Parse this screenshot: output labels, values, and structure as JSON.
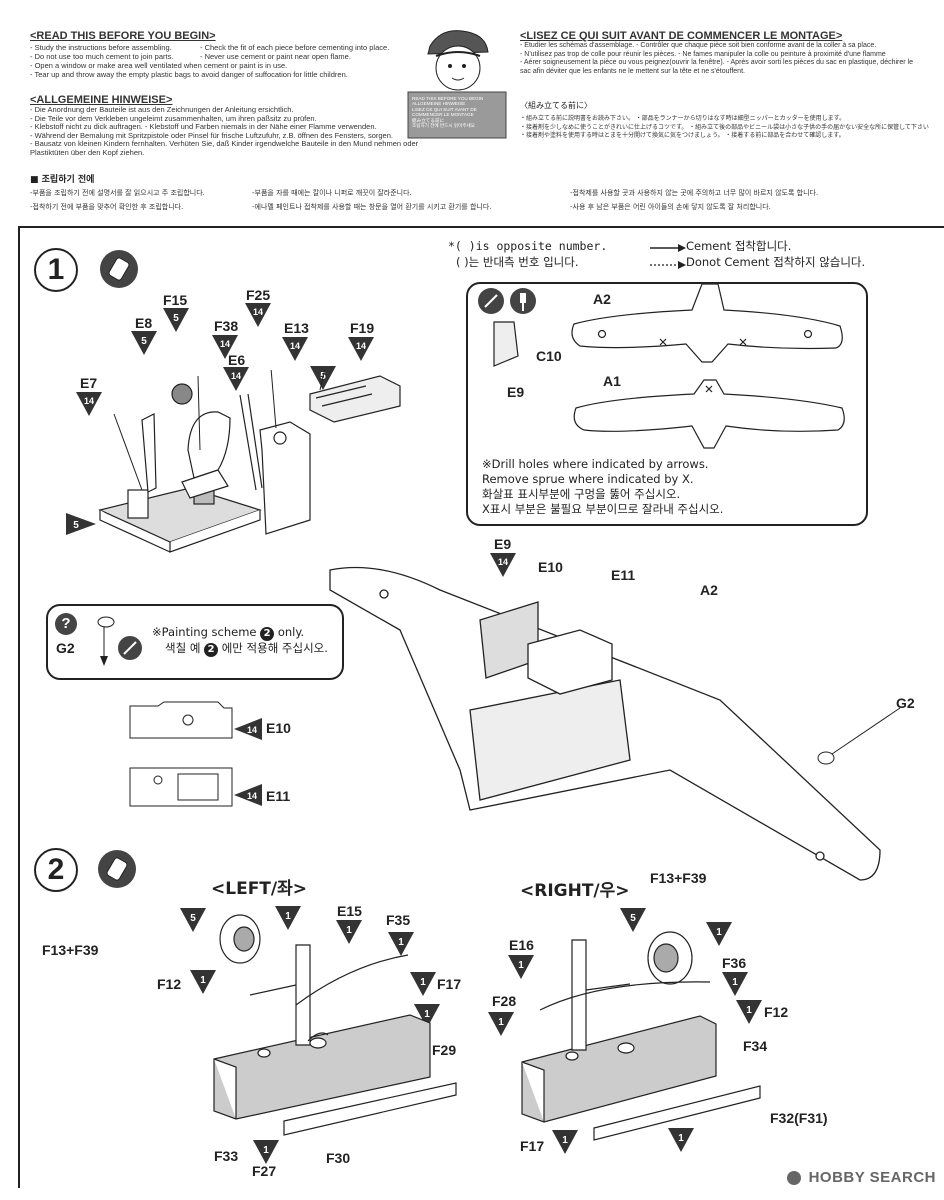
{
  "intro_en": {
    "heading": "<READ THIS BEFORE YOU BEGIN>",
    "left": [
      "- Study the instructions before assembling.",
      "- Do not use too much cement to join parts.",
      "- Open a window or make area well ventilated when cement or paint is in use.",
      "- Tear up and throw away the empty plastic bags to avoid danger of suffocation for little children."
    ],
    "right": [
      "- Check the fit of each piece before cementing into place.",
      "- Never use cement or paint near open flame."
    ]
  },
  "intro_de": {
    "heading": "<ALLGEMEINE HINWEISE>",
    "lines": [
      "- Die Anordnung der Bauteile ist aus den Zeichnungen der Anleitung ersichtlich.",
      "- Die Teile vor dem Verkleben ungeleimt zusammenhalten, um ihren paßsitz zu prüfen.",
      "- Klebstoff nicht zu dick auftragen.        - Klebstoff und Farben niemals in der Nähe einer Flamme verwenden.",
      "- Während der Bemalung mit Spritzpistole oder Pinsel für frische Luftzufuhr, z.B. öffnen des Fensters, sorgen.",
      "- Bausatz von kleinen Kindern fernhalten. Verhüten Sie, daß Kinder irgendwelche Bauteile in den Mund nehmen oder",
      "  Plastiktüten über den Kopf ziehen."
    ]
  },
  "intro_fr": {
    "heading": "<LISEZ CE QUI SUIT AVANT DE COMMENCER LE MONTAGE>",
    "lines": [
      "- Etudier les schémas d'assemblage.     - Contrôler que chaque pièce soit bien conforme avant de la coller à sa place.",
      "- N'utilisez pas trop de colle pour réunir les pièces.          - Ne fames manipuler la colle ou peinture à proximité d'une flamme",
      "- Aérer soigneusement la pièce ou vous peignez(ouvrir la fenêtre).          - Après avoir sorti les pièces du sac en plastique, déchirer le",
      "  sac afin déviter que les enfants ne le mettent sur la tête et ne s'étouffent."
    ]
  },
  "intro_jp": {
    "heading": "〈組み立てる前に〉",
    "lines": [
      "・組み立てる前に説明書をお読み下さい。   ・部品をランナーから切りはなす時は細型ニッパーとカッターを使用します。",
      "・接着剤を少しなめに使うことがきれいに仕上げるコツです。  ・組み立て後の部品やビニール袋は小さな子供の手の届かない安全な所に保管して下さい",
      "・接着剤や塗料を使用する時はとまを十分開けて換気に気をつけましょう。   ・接着する前に部品を合わせて確認します。"
    ]
  },
  "intro_ko": {
    "heading": "■ 조립하기 전에",
    "lines": [
      [
        "-부품을 조립하기 전에 설명서를 잘 읽으시고 주 조립합니다.",
        "-부품을 자를 때에는 칼이나 니퍼로 깨끗이 잘라준니다.",
        "-접착제를 사용할 곳과 사용하지 않는 곳에 주의하고 너무 많이 바르지 않도록 합니다."
      ],
      [
        "-접착하기 전에 부품을 맞추어 확인한 후 조립합니다.",
        "-에나멜 페인트나 접착제를 사용할 때는 창문을 열어 환기를 시키고 환기를 합니다.",
        "-사용 후 남은 부품은 어린 아이들의 손에 닿지 않도록 잘 처리합니다."
      ]
    ]
  },
  "mascot_sign": [
    "READ THIS BEFORE YOU BEGIN",
    "ALLGEMEINE HINWEISE",
    "LISEZ CE QUI SUIT AVANT DE",
    "COMMENCER LE MONTAGE",
    "組み立てる前に",
    "조립하기 전에 반드시 읽어주세요"
  ],
  "legend": {
    "opposite_num": "*( )is opposite number.",
    "opposite_num_ko": "( )는 반대측 번호 입니다.",
    "cement": "Cement 접착합니다.",
    "no_cement": "Donot Cement 접착하지 않습니다."
  },
  "step1": {
    "number": "1",
    "parts": {
      "F15": "F15",
      "E8": "E8",
      "F38": "F38",
      "F25": "F25",
      "E13": "E13",
      "F19": "F19",
      "E6": "E6",
      "E7": "E7"
    },
    "tri_values": {
      "F15": "5",
      "E8": "5",
      "F38": "14",
      "F25": "14",
      "E13": "14",
      "F19": "14",
      "E6": "14",
      "E7": "14",
      "E13_b": "5",
      "floor": "5"
    }
  },
  "drill_panel": {
    "labels": [
      "A2",
      "A1",
      "C10",
      "E9"
    ],
    "note_lines": [
      "※Drill holes where indicated by arrows.",
      "  Remove sprue where indicated by X.",
      "  화살표 표시부분에 구멍을 뚫어 주십시오.",
      "  X표시 부분은 불필요 부분이므로 잘라내 주십시오."
    ]
  },
  "paint_panel": {
    "part": "G2",
    "note_en": "※Painting scheme",
    "note_en_tail": "only.",
    "note_ko": "색칠 예",
    "note_ko_tail": "에만 적용해 주십시오.",
    "scheme": "2"
  },
  "wing_labels": {
    "E9": "E9",
    "E10": "E10",
    "E11": "E11",
    "A2": "A2",
    "G2": "G2",
    "E9_tri": "14"
  },
  "sub_parts": [
    {
      "label": "E10",
      "tri": "14"
    },
    {
      "label": "E11",
      "tri": "14"
    }
  ],
  "step2": {
    "number": "2",
    "left_title": "<LEFT/좌>",
    "right_title": "<RIGHT/우>",
    "left_labels": [
      "F13+F39",
      "E15",
      "F35",
      "F12",
      "F17",
      "F29",
      "F33",
      "F27",
      "F30"
    ],
    "right_labels": [
      "F13+F39",
      "E16",
      "F36",
      "F28",
      "F12",
      "F34",
      "F32(F31)",
      "F17"
    ],
    "left_tris": [
      "5",
      "1",
      "1",
      "1",
      "1",
      "1",
      "1",
      "1"
    ],
    "right_tris": [
      "5",
      "1",
      "1",
      "1",
      "1",
      "1",
      "1",
      "1"
    ]
  },
  "watermark": "HOBBY SEARCH"
}
